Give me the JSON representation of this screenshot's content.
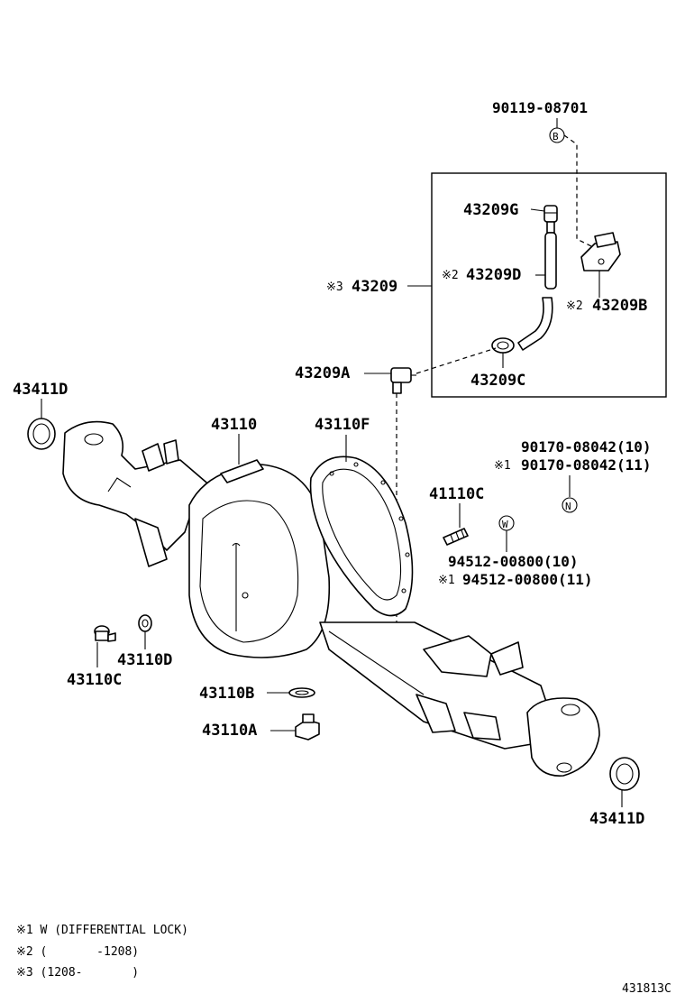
{
  "labels": {
    "top_part": "90119-08701",
    "b_marker": "B",
    "p43209g": "43209G",
    "p43209d": "43209D",
    "p43209d_mark": "※2",
    "p43209": "43209",
    "p43209_mark": "※3",
    "p43209b": "43209B",
    "p43209b_mark": "※2",
    "p43209c": "43209C",
    "p43209a": "43209A",
    "p43411d_left": "43411D",
    "p43110": "43110",
    "p43110f": "43110F",
    "p90170_a": "90170-08042(10)",
    "p90170_b": "90170-08042(11)",
    "p90170_b_mark": "※1",
    "n_marker": "N",
    "p41110c": "41110C",
    "w_marker": "W",
    "p94512_a": "94512-00800(10)",
    "p94512_b": "94512-00800(11)",
    "p94512_b_mark": "※1",
    "p43110d": "43110D",
    "p43110c": "43110C",
    "p43110b": "43110B",
    "p43110a": "43110A",
    "p43411d_right": "43411D"
  },
  "notes": [
    "※1 W (DIFFERENTIAL LOCK)",
    "※2 (       -1208)",
    "※3 (1208-       )"
  ],
  "diagram_id": "431813C"
}
